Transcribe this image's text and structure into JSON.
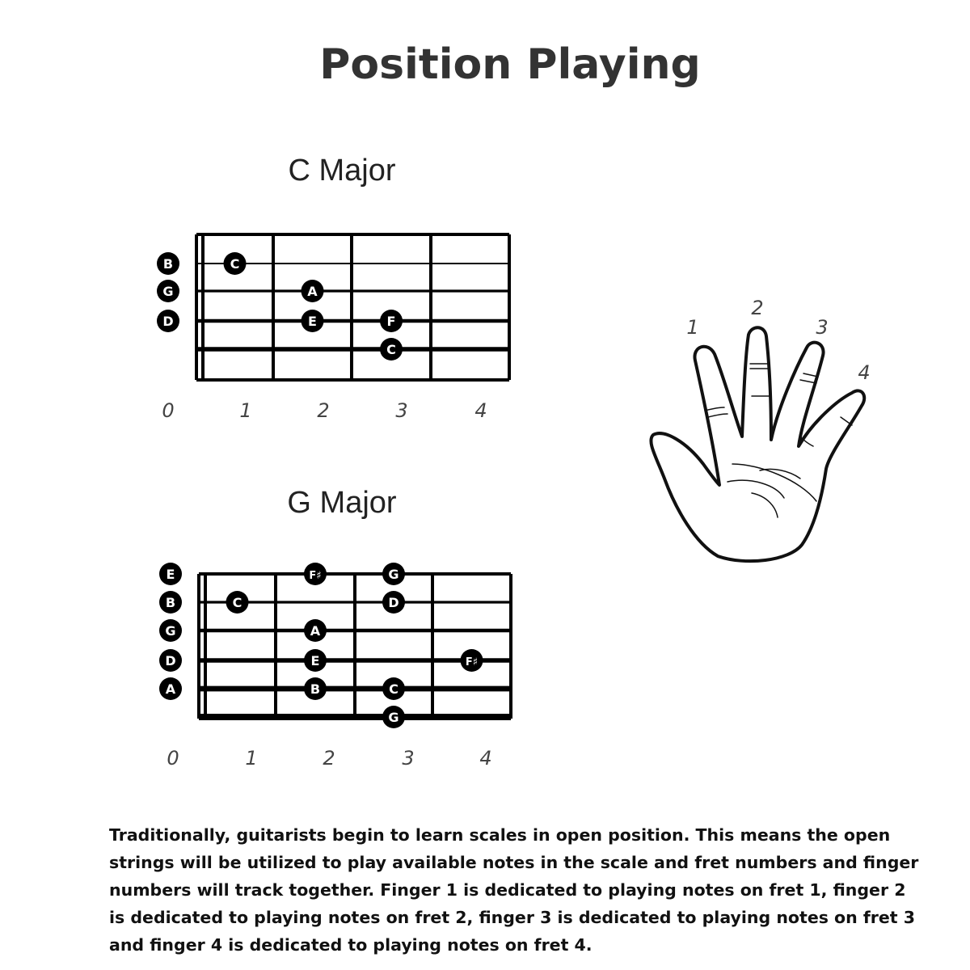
{
  "title": "Position Playing",
  "diagrams": [
    {
      "title": "C Major",
      "open_strings": [
        "B",
        "G",
        "D"
      ],
      "fret_numbers": [
        "0",
        "1",
        "2",
        "3",
        "4"
      ],
      "notes": [
        {
          "label": "C",
          "string": 0,
          "fret": 1
        },
        {
          "label": "A",
          "string": 1,
          "fret": 2
        },
        {
          "label": "E",
          "string": 2,
          "fret": 2
        },
        {
          "label": "F",
          "string": 2,
          "fret": 3
        },
        {
          "label": "C",
          "string": 3,
          "fret": 3
        }
      ]
    },
    {
      "title": "G Major",
      "open_strings": [
        "E",
        "B",
        "G",
        "D",
        "A"
      ],
      "fret_numbers": [
        "0",
        "1",
        "2",
        "3",
        "4"
      ],
      "notes": [
        {
          "label": "F♯",
          "string": 0,
          "fret": 2
        },
        {
          "label": "G",
          "string": 0,
          "fret": 3
        },
        {
          "label": "C",
          "string": 1,
          "fret": 1
        },
        {
          "label": "D",
          "string": 1,
          "fret": 3
        },
        {
          "label": "A",
          "string": 2,
          "fret": 2
        },
        {
          "label": "E",
          "string": 3,
          "fret": 2
        },
        {
          "label": "F♯",
          "string": 3,
          "fret": 4
        },
        {
          "label": "B",
          "string": 4,
          "fret": 2
        },
        {
          "label": "C",
          "string": 4,
          "fret": 3
        },
        {
          "label": "G",
          "string": 5,
          "fret": 3
        }
      ]
    }
  ],
  "finger_numbers": [
    "1",
    "2",
    "3",
    "4"
  ],
  "hand_icon": "open-hand-icon",
  "body_text": "Traditionally, guitarists begin to learn scales in open position. This means the open strings will be utilized to play available notes in the scale and fret numbers and finger numbers will track together. Finger 1 is dedicated to playing notes on fret 1, finger 2 is dedicated to playing notes on fret 2, finger 3 is dedicated to playing notes on fret 3 and finger 4 is dedicated to playing notes on fret 4.",
  "colors": {
    "ink": "#000000",
    "title": "#333333"
  }
}
